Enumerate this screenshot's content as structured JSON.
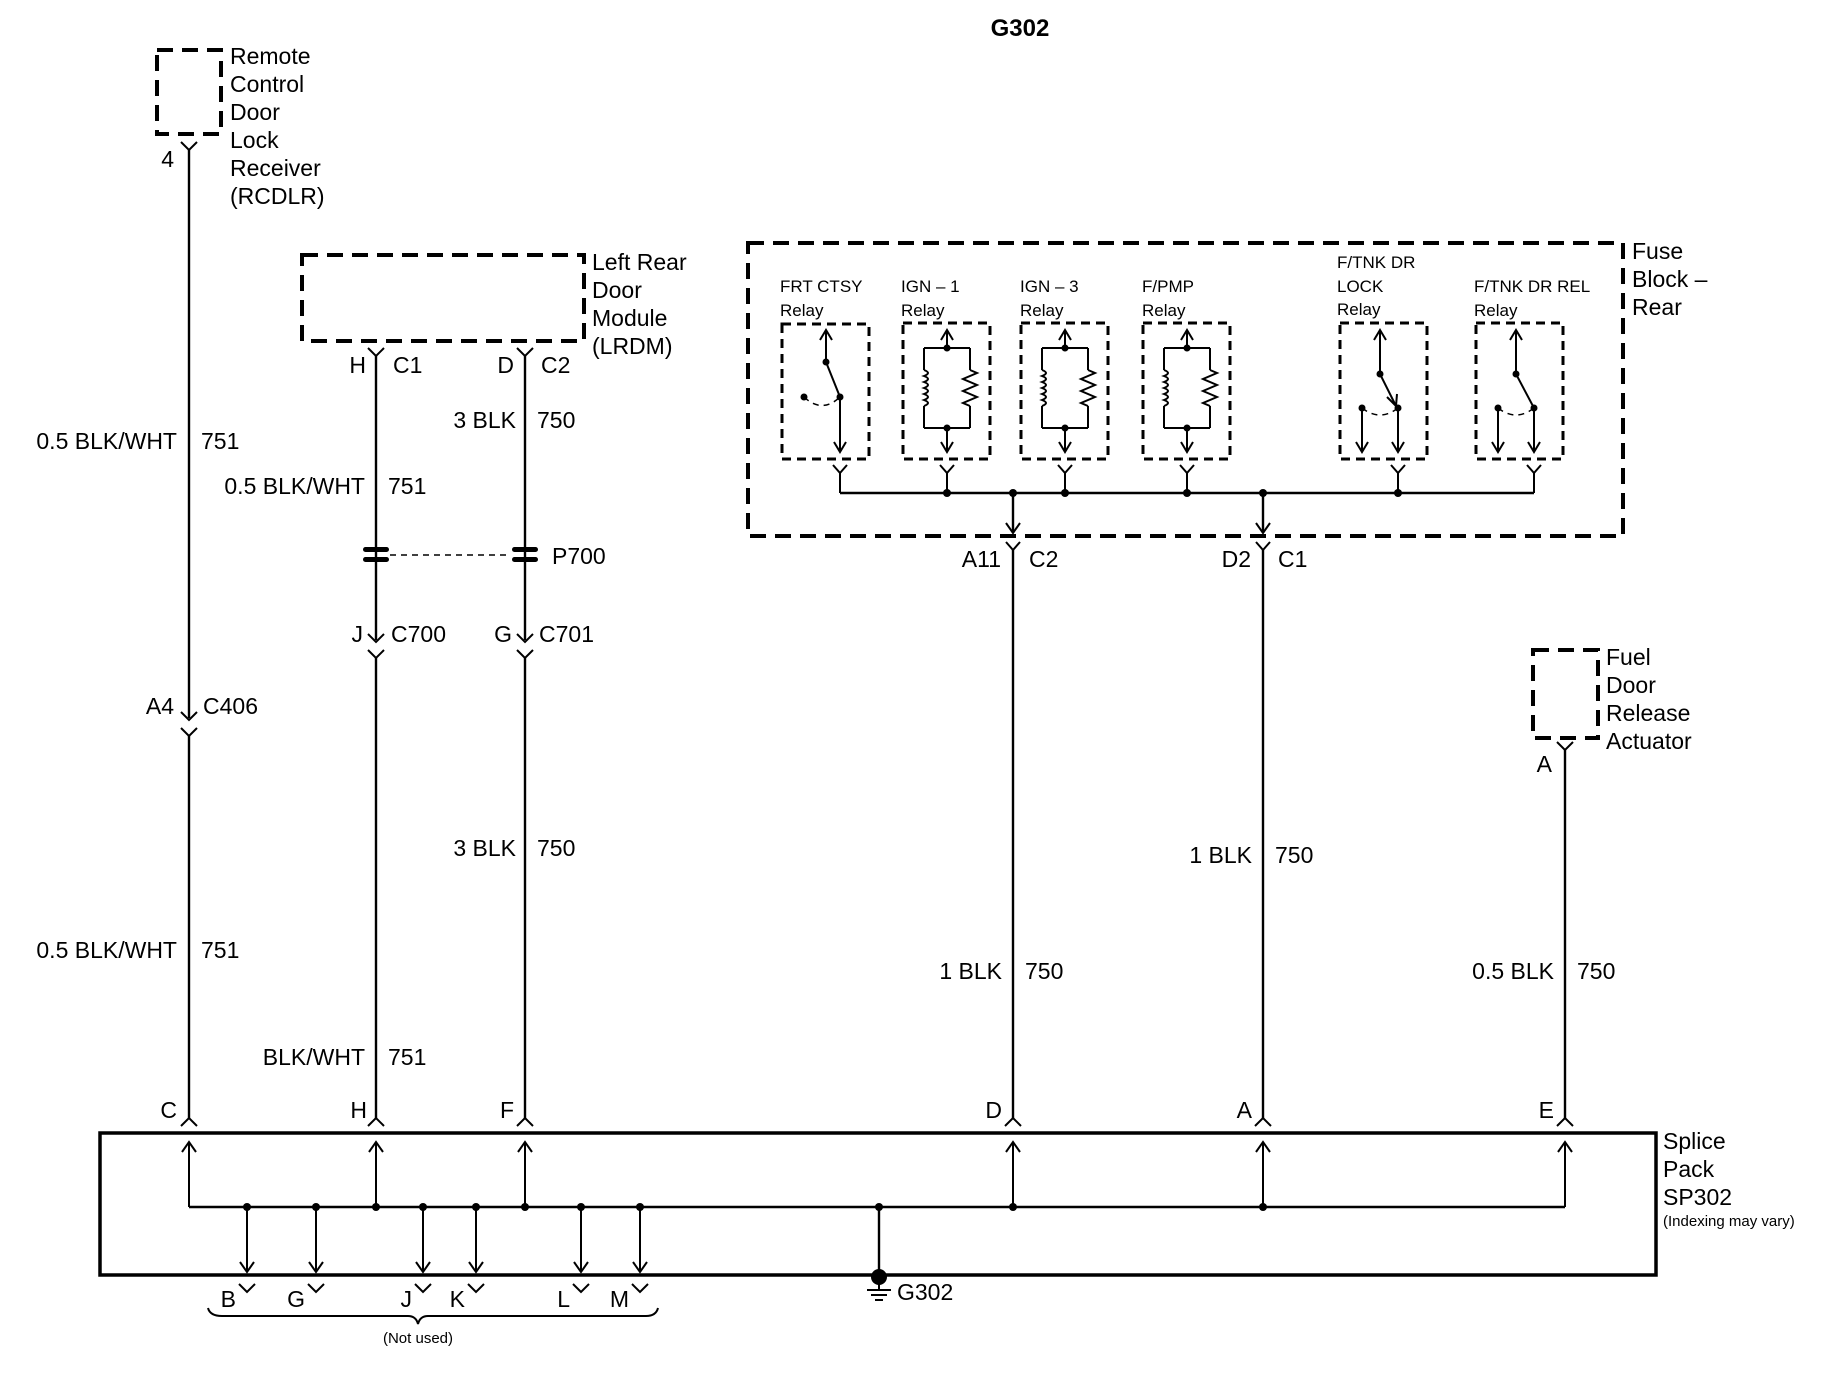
{
  "title": "G302",
  "components": {
    "rcdlr": [
      "Remote",
      "Control",
      "Door",
      "Lock",
      "Receiver",
      "(RCDLR)"
    ],
    "lrdm": [
      "Left Rear",
      "Door",
      "Module",
      "(LRDM)"
    ],
    "fuse_block": [
      "Fuse",
      "Block –",
      "Rear"
    ],
    "fuel_door": [
      "Fuel",
      "Door",
      "Release",
      "Actuator"
    ],
    "splice_pack": [
      "Splice",
      "Pack",
      "SP302"
    ],
    "splice_pack_note": "(Indexing may vary)",
    "ground": "G302",
    "not_used": "(Not used)",
    "pass_through": "P700"
  },
  "relays": [
    [
      "FRT CTSY",
      "Relay"
    ],
    [
      "IGN – 1",
      "Relay"
    ],
    [
      "IGN – 3",
      "Relay"
    ],
    [
      "F/PMP",
      "Relay"
    ],
    [
      "F/TNK DR",
      "LOCK",
      "Relay"
    ],
    [
      "F/TNK DR REL",
      "Relay"
    ]
  ],
  "pins": {
    "rcdlr": "4",
    "lrdm_h": "H",
    "lrdm_c1": "C1",
    "lrdm_d": "D",
    "lrdm_c2": "C2",
    "c700_pin": "J",
    "c700": "C700",
    "c701_pin": "G",
    "c701": "C701",
    "c406_pin": "A4",
    "c406": "C406",
    "fb_a11": "A11",
    "fb_c2": "C2",
    "fb_d2": "D2",
    "fb_c1": "C1",
    "fuel_a": "A",
    "sp_c": "C",
    "sp_h": "H",
    "sp_f": "F",
    "sp_d": "D",
    "sp_a": "A",
    "sp_e": "E",
    "nu_b": "B",
    "nu_g": "G",
    "nu_j": "J",
    "nu_k": "K",
    "nu_l": "L",
    "nu_m": "M"
  },
  "wires": {
    "w1_top": [
      "0.5 BLK/WHT",
      "751"
    ],
    "w1_bottom": [
      "0.5 BLK/WHT",
      "751"
    ],
    "w2_top": [
      "0.5 BLK/WHT",
      "751"
    ],
    "w2_bottom": [
      "BLK/WHT",
      "751"
    ],
    "w3_top": [
      "3 BLK",
      "750"
    ],
    "w3_bottom": [
      "3 BLK",
      "750"
    ],
    "w4": [
      "1 BLK",
      "750"
    ],
    "w5": [
      "1 BLK",
      "750"
    ],
    "w6": [
      "0.5 BLK",
      "750"
    ]
  }
}
